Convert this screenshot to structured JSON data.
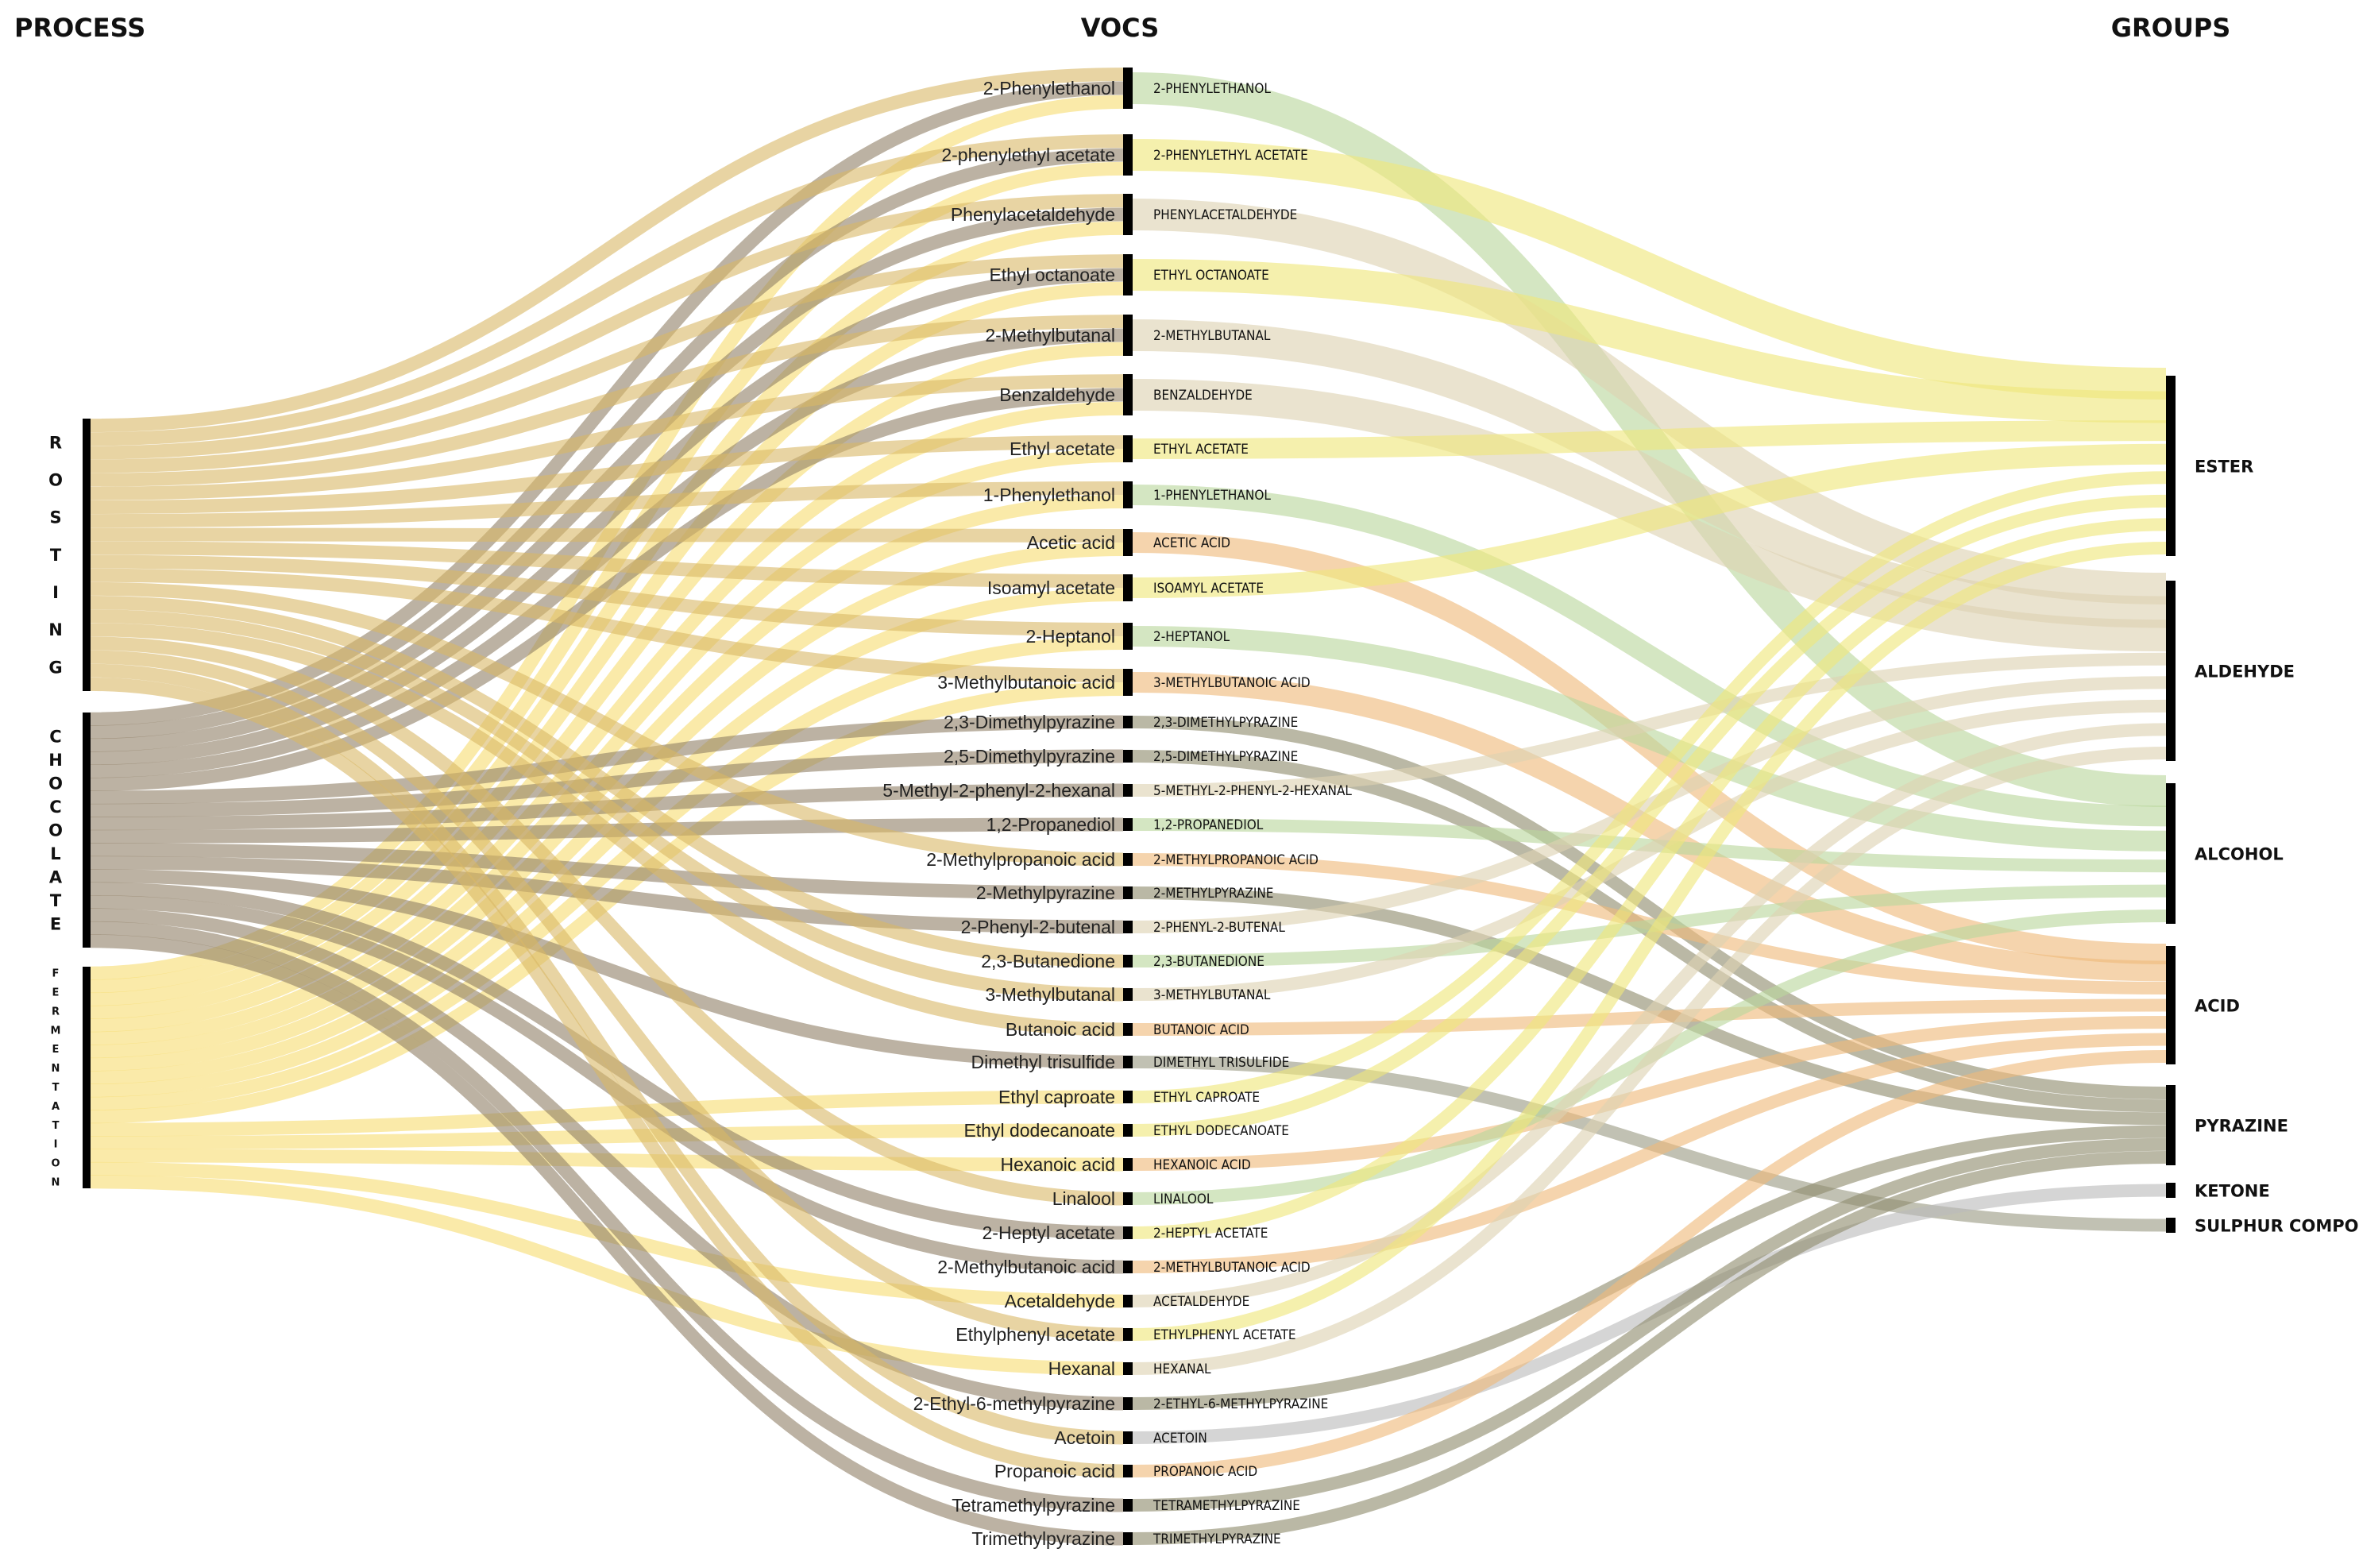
{
  "headers": {
    "process": "PROCESS",
    "vocs": "VOCS",
    "groups": "GROUPS"
  },
  "colors": {
    "roasting": "#d9b766",
    "chocolate": "#8f7e66",
    "fermentation": "#f7dc6f",
    "ester": "#efe77a",
    "aldehyde": "#ddd2b2",
    "alcohol": "#b9d79c",
    "acid": "#efb97b",
    "pyrazine": "#8f8c6e",
    "ketone": "#bcbcbc",
    "sulphur": "#9b9b84",
    "node": "#000000"
  },
  "processes": [
    {
      "id": "roasting",
      "label": "ROSTING",
      "color_key": "roasting"
    },
    {
      "id": "chocolate",
      "label": "CHOCOLATE",
      "color_key": "chocolate"
    },
    {
      "id": "fermentation",
      "label": "FERMENTATION",
      "color_key": "fermentation"
    }
  ],
  "groups": [
    {
      "id": "ester",
      "label": "ESTER",
      "color_key": "ester"
    },
    {
      "id": "aldehyde",
      "label": "ALDEHYDE",
      "color_key": "aldehyde"
    },
    {
      "id": "alcohol",
      "label": "ALCOHOL",
      "color_key": "alcohol"
    },
    {
      "id": "acid",
      "label": "ACID",
      "color_key": "acid"
    },
    {
      "id": "pyrazine",
      "label": "PYRAZINE",
      "color_key": "pyrazine"
    },
    {
      "id": "ketone",
      "label": "KETONE",
      "color_key": "ketone"
    },
    {
      "id": "sulphur",
      "label": "SULPHUR  COMPOUND",
      "color_key": "sulphur"
    }
  ],
  "vocs": [
    {
      "label": "2-Phenylethanol",
      "label_upper": "2-PHENYLETHANOL",
      "group": "alcohol",
      "processes": [
        "roasting",
        "chocolate",
        "fermentation"
      ],
      "weight": 3
    },
    {
      "label": "2-phenylethyl acetate",
      "label_upper": "2-PHENYLETHYL ACETATE",
      "group": "ester",
      "processes": [
        "roasting",
        "chocolate",
        "fermentation"
      ],
      "weight": 3
    },
    {
      "label": "Phenylacetaldehyde",
      "label_upper": "PHENYLACETALDEHYDE",
      "group": "aldehyde",
      "processes": [
        "roasting",
        "chocolate",
        "fermentation"
      ],
      "weight": 3
    },
    {
      "label": "Ethyl octanoate",
      "label_upper": "ETHYL OCTANOATE",
      "group": "ester",
      "processes": [
        "roasting",
        "chocolate",
        "fermentation"
      ],
      "weight": 3
    },
    {
      "label": "2-Methylbutanal",
      "label_upper": "2-METHYLBUTANAL",
      "group": "aldehyde",
      "processes": [
        "roasting",
        "chocolate",
        "fermentation"
      ],
      "weight": 3
    },
    {
      "label": "Benzaldehyde",
      "label_upper": "BENZALDEHYDE",
      "group": "aldehyde",
      "processes": [
        "roasting",
        "chocolate",
        "fermentation"
      ],
      "weight": 3
    },
    {
      "label": "Ethyl acetate",
      "label_upper": "ETHYL ACETATE",
      "group": "ester",
      "processes": [
        "roasting",
        "fermentation"
      ],
      "weight": 2
    },
    {
      "label": "1-Phenylethanol",
      "label_upper": "1-PHENYLETHANOL",
      "group": "alcohol",
      "processes": [
        "roasting",
        "fermentation"
      ],
      "weight": 2
    },
    {
      "label": "Acetic acid",
      "label_upper": "ACETIC ACID",
      "group": "acid",
      "processes": [
        "roasting",
        "fermentation"
      ],
      "weight": 2
    },
    {
      "label": "Isoamyl acetate",
      "label_upper": "ISOAMYL ACETATE",
      "group": "ester",
      "processes": [
        "roasting",
        "fermentation"
      ],
      "weight": 2
    },
    {
      "label": "2-Heptanol",
      "label_upper": "2-HEPTANOL",
      "group": "alcohol",
      "processes": [
        "roasting",
        "fermentation"
      ],
      "weight": 2
    },
    {
      "label": "3-Methylbutanoic acid",
      "label_upper": "3-METHYLBUTANOIC ACID",
      "group": "acid",
      "processes": [
        "roasting",
        "fermentation"
      ],
      "weight": 2
    },
    {
      "label": "2,3-Dimethylpyrazine",
      "label_upper": "2,3-DIMETHYLPYRAZINE",
      "group": "pyrazine",
      "processes": [
        "chocolate"
      ],
      "weight": 1
    },
    {
      "label": "2,5-Dimethylpyrazine",
      "label_upper": "2,5-DIMETHYLPYRAZINE",
      "group": "pyrazine",
      "processes": [
        "chocolate"
      ],
      "weight": 1
    },
    {
      "label": "5-Methyl-2-phenyl-2-hexanal",
      "label_upper": "5-METHYL-2-PHENYL-2-HEXANAL",
      "group": "aldehyde",
      "processes": [
        "chocolate"
      ],
      "weight": 1
    },
    {
      "label": "1,2-Propanediol",
      "label_upper": "1,2-PROPANEDIOL",
      "group": "alcohol",
      "processes": [
        "chocolate"
      ],
      "weight": 1
    },
    {
      "label": "2-Methylpropanoic acid",
      "label_upper": "2-METHYLPROPANOIC ACID",
      "group": "acid",
      "processes": [
        "roasting"
      ],
      "weight": 1
    },
    {
      "label": "2-Methylpyrazine",
      "label_upper": "2-METHYLPYRAZINE",
      "group": "pyrazine",
      "processes": [
        "chocolate"
      ],
      "weight": 1
    },
    {
      "label": "2-Phenyl-2-butenal",
      "label_upper": "2-PHENYL-2-BUTENAL",
      "group": "aldehyde",
      "processes": [
        "chocolate"
      ],
      "weight": 1
    },
    {
      "label": "2,3-Butanedione",
      "label_upper": "2,3-BUTANEDIONE",
      "group": "alcohol",
      "processes": [
        "roasting"
      ],
      "weight": 1
    },
    {
      "label": "3-Methylbutanal",
      "label_upper": "3-METHYLBUTANAL",
      "group": "aldehyde",
      "processes": [
        "roasting"
      ],
      "weight": 1
    },
    {
      "label": "Butanoic acid",
      "label_upper": "BUTANOIC ACID",
      "group": "acid",
      "processes": [
        "roasting"
      ],
      "weight": 1
    },
    {
      "label": "Dimethyl trisulfide",
      "label_upper": "DIMETHYL TRISULFIDE",
      "group": "sulphur",
      "processes": [
        "chocolate"
      ],
      "weight": 1
    },
    {
      "label": "Ethyl caproate",
      "label_upper": "ETHYL CAPROATE",
      "group": "ester",
      "processes": [
        "fermentation"
      ],
      "weight": 1
    },
    {
      "label": "Ethyl dodecanoate",
      "label_upper": "ETHYL DODECANOATE",
      "group": "ester",
      "processes": [
        "fermentation"
      ],
      "weight": 1
    },
    {
      "label": "Hexanoic acid",
      "label_upper": "HEXANOIC ACID",
      "group": "acid",
      "processes": [
        "fermentation"
      ],
      "weight": 1
    },
    {
      "label": "Linalool",
      "label_upper": "LINALOOL",
      "group": "alcohol",
      "processes": [
        "roasting"
      ],
      "weight": 1
    },
    {
      "label": "2-Heptyl acetate",
      "label_upper": "2-HEPTYL ACETATE",
      "group": "ester",
      "processes": [
        "chocolate"
      ],
      "weight": 1
    },
    {
      "label": "2-Methylbutanoic acid",
      "label_upper": "2-METHYLBUTANOIC ACID",
      "group": "acid",
      "processes": [
        "chocolate"
      ],
      "weight": 1
    },
    {
      "label": "Acetaldehyde",
      "label_upper": "ACETALDEHYDE",
      "group": "aldehyde",
      "processes": [
        "fermentation"
      ],
      "weight": 1
    },
    {
      "label": "Ethylphenyl acetate",
      "label_upper": "ETHYLPHENYL ACETATE",
      "group": "ester",
      "processes": [
        "roasting"
      ],
      "weight": 1
    },
    {
      "label": "Hexanal",
      "label_upper": "HEXANAL",
      "group": "aldehyde",
      "processes": [
        "fermentation"
      ],
      "weight": 1
    },
    {
      "label": "2-Ethyl-6-methylpyrazine",
      "label_upper": "2-ETHYL-6-METHYLPYRAZINE",
      "group": "pyrazine",
      "processes": [
        "chocolate"
      ],
      "weight": 1
    },
    {
      "label": "Acetoin",
      "label_upper": "ACETOIN",
      "group": "ketone",
      "processes": [
        "roasting"
      ],
      "weight": 1
    },
    {
      "label": "Propanoic acid",
      "label_upper": "PROPANOIC ACID",
      "group": "acid",
      "processes": [
        "roasting"
      ],
      "weight": 1
    },
    {
      "label": "Tetramethylpyrazine",
      "label_upper": "TETRAMETHYLPYRAZINE",
      "group": "pyrazine",
      "processes": [
        "chocolate"
      ],
      "weight": 1
    },
    {
      "label": "Trimethylpyrazine",
      "label_upper": "TRIMETHYLPYRAZINE",
      "group": "pyrazine",
      "processes": [
        "chocolate"
      ],
      "weight": 1
    }
  ]
}
